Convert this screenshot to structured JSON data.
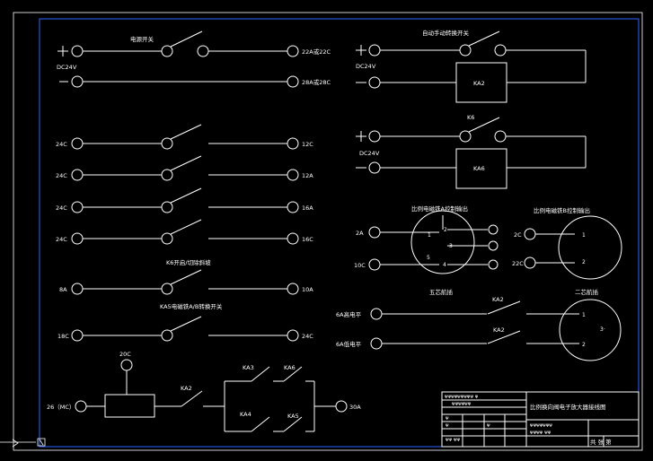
{
  "power": {
    "switch_label": "电源开关",
    "plus": "+",
    "minus": "—",
    "voltage": "DC24V",
    "out_top": "22A或22C",
    "out_bottom": "28A或28C"
  },
  "auto_manual": {
    "title": "自动手动转换开关",
    "plus": "+",
    "minus": "—",
    "voltage": "DC24V",
    "relay": "KA2"
  },
  "ka6_circuit": {
    "contact_label": "K6",
    "plus": "+",
    "minus": "—",
    "voltage": "DC24V",
    "relay": "KA6"
  },
  "switch_rows": [
    {
      "left": "24C",
      "right": "12C"
    },
    {
      "left": "24C",
      "right": "12A"
    },
    {
      "left": "24C",
      "right": "16A"
    },
    {
      "left": "24C",
      "right": "16C"
    }
  ],
  "k6_row": {
    "title": "K6开启/切除斜坡",
    "left": "8A",
    "right": "10A"
  },
  "ka5_row": {
    "title": "KA5电磁铁A/B转换开关",
    "left": "18C",
    "right": "24C"
  },
  "valve_a": {
    "title": "比例电磁铁A控制输出",
    "in_top": "2A",
    "in_bottom": "10C",
    "pins": [
      "1",
      "2",
      "3",
      "5",
      "4"
    ]
  },
  "valve_b": {
    "title": "比例电磁铁B控制输出",
    "in_top": "2C",
    "in_bottom": "22C",
    "pins": [
      "1",
      "2"
    ]
  },
  "five_core": {
    "title": "五芯航插",
    "contact_top": "KA2",
    "contact_bottom": "KA2",
    "in_high": "6A高电平",
    "in_low": "6A低电平"
  },
  "two_core": {
    "title": "二芯航插",
    "pins": [
      "1",
      "2"
    ],
    "mark": "3·"
  },
  "bottom_circuit": {
    "top_node": "20C",
    "left_node": "26（MC）",
    "contact": "KA2",
    "ka3": "KA3",
    "ka6": "KA6",
    "ka4": "KA4",
    "ka5": "KA5",
    "right_node": "30A"
  },
  "title_block": {
    "drawing_title": "比例换向阀电子放大器接线图",
    "left_header": "ᴪᴪᴪᴪᴪᴪᴪᴪᴪ ᴪ",
    "row2_field": "ᴪᴪᴪᴪᴪᴪ",
    "row3_a": "ᴪ",
    "row4_a": "ᴪ",
    "row4_b": "ᴪ",
    "row4_c": "ᴪᴪ ᴪᴪ",
    "mid_a": "ᴪᴪᴪᴪᴪᴪᴪ",
    "mid_b": "ᴪᴪᴪᴪ ᴪᴪ",
    "sheet": "共  张 第"
  }
}
